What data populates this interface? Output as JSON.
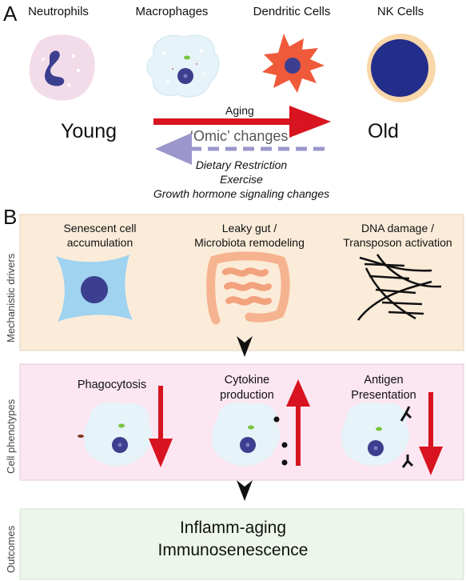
{
  "panel_a": {
    "letter": "A",
    "cell_types": [
      "Neutrophils",
      "Macrophages",
      "Dendritic Cells",
      "NK Cells"
    ],
    "young_label": "Young",
    "old_label": "Old",
    "aging_label": "Aging",
    "omic_label": "‘Omic’ changes",
    "interventions": [
      "Dietary Restriction",
      "Exercise",
      "Growth hormone signaling changes"
    ]
  },
  "panel_b": {
    "letter": "B",
    "drivers": {
      "section_label": "Mechanistic drivers",
      "items": [
        {
          "line1": "Senescent cell",
          "line2": "accumulation"
        },
        {
          "line1": "Leaky gut /",
          "line2": "Microbiota remodeling"
        },
        {
          "line1": "DNA damage /",
          "line2": "Transposon activation"
        }
      ]
    },
    "phenotypes": {
      "section_label": "Cell phenotypes",
      "items": [
        {
          "line1": "Phagocytosis",
          "line2": "",
          "direction": "down"
        },
        {
          "line1": "Cytokine",
          "line2": "production",
          "direction": "up"
        },
        {
          "line1": "Antigen",
          "line2": "Presentation",
          "direction": "down"
        }
      ]
    },
    "outcomes": {
      "section_label": "Outcomes",
      "items": [
        "Inflamm-aging",
        "Immunosenescence"
      ]
    }
  },
  "colors": {
    "arrow_red": "#d7141f",
    "arrow_purple": "#9b97cc",
    "drivers_bg": "#fbecd9",
    "phenotypes_bg": "#fbe6f1",
    "outcomes_bg": "#edf6ea",
    "nucleus": "#3c3f8f",
    "macrophage_fill": "#e6f3f8",
    "neutrophil_fill": "#f3dce9",
    "dendritic_fill": "#ef5a3a",
    "nk_ring": "#f8d7a8",
    "senescent_fill": "#9fd3f0",
    "gut_fill": "#f6b38f"
  }
}
